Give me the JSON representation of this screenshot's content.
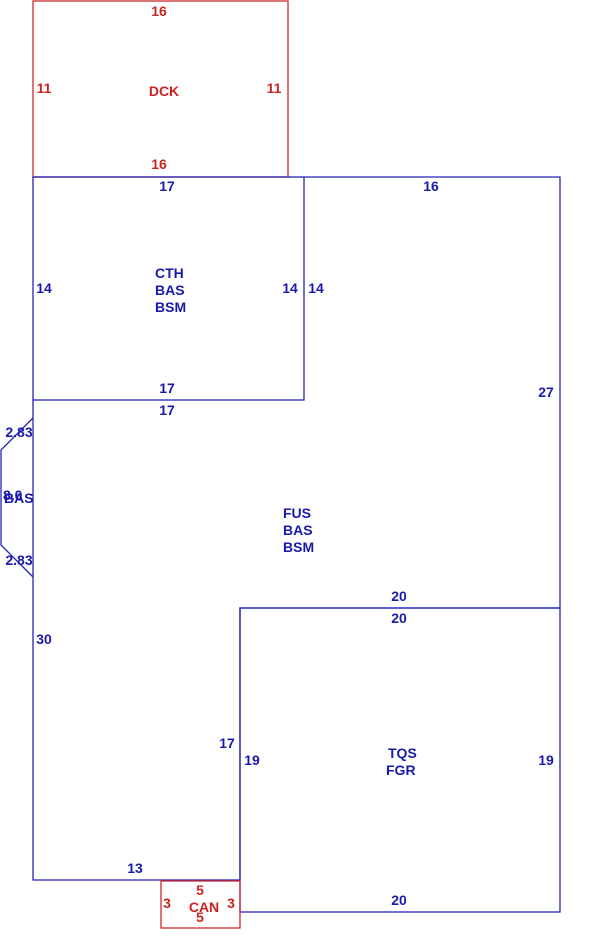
{
  "areas": {
    "dck": {
      "name": "DCK",
      "top": "16",
      "left": "11",
      "right": "11",
      "bottom": "16"
    },
    "cth": {
      "line1": "CTH",
      "line2": "BAS",
      "line3": "BSM",
      "top": "17",
      "left": "14",
      "right": "14",
      "bottom": "17"
    },
    "fus": {
      "line1": "FUS",
      "line2": "BAS",
      "line3": "BSM",
      "top_right": "16",
      "right_inner": "14",
      "right": "27",
      "top_under_cth": "17",
      "left": "30",
      "bottom_left": "13",
      "notch": "17",
      "step": "20"
    },
    "bay": {
      "upper_diag": "2.83",
      "front": "8.0",
      "name": "BAS",
      "lower_diag": "2.83"
    },
    "tqs": {
      "line1": "TQS",
      "line2": "FGR",
      "top": "20",
      "left": "19",
      "right": "19",
      "bottom": "20"
    },
    "can": {
      "name": "CAN",
      "top": "5",
      "left": "3",
      "right": "3",
      "bottom": "5"
    }
  },
  "colors": {
    "main": "#2424b8",
    "accessory": "#cc2a2a"
  }
}
